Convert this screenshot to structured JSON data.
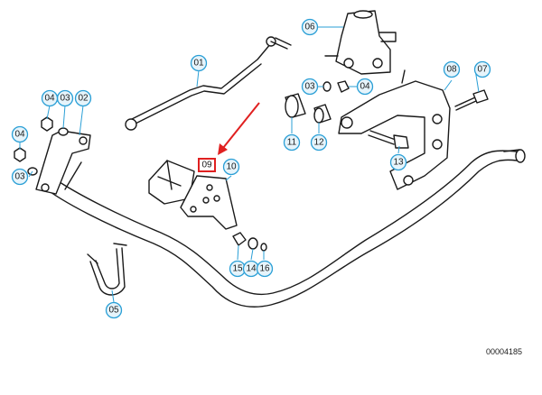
{
  "diagram": {
    "id_label": "00004185",
    "highlight_color": "#e02020",
    "callout_color": "#2a9fd6",
    "highlighted_part": "09",
    "callouts": [
      {
        "label": "01"
      },
      {
        "label": "02"
      },
      {
        "label": "03"
      },
      {
        "label": "04"
      },
      {
        "label": "03"
      },
      {
        "label": "04"
      },
      {
        "label": "03"
      },
      {
        "label": "05"
      },
      {
        "label": "06"
      },
      {
        "label": "03"
      },
      {
        "label": "04"
      },
      {
        "label": "07"
      },
      {
        "label": "08"
      },
      {
        "label": "10"
      },
      {
        "label": "11"
      },
      {
        "label": "12"
      },
      {
        "label": "13"
      },
      {
        "label": "14"
      },
      {
        "label": "15"
      },
      {
        "label": "16"
      }
    ]
  }
}
